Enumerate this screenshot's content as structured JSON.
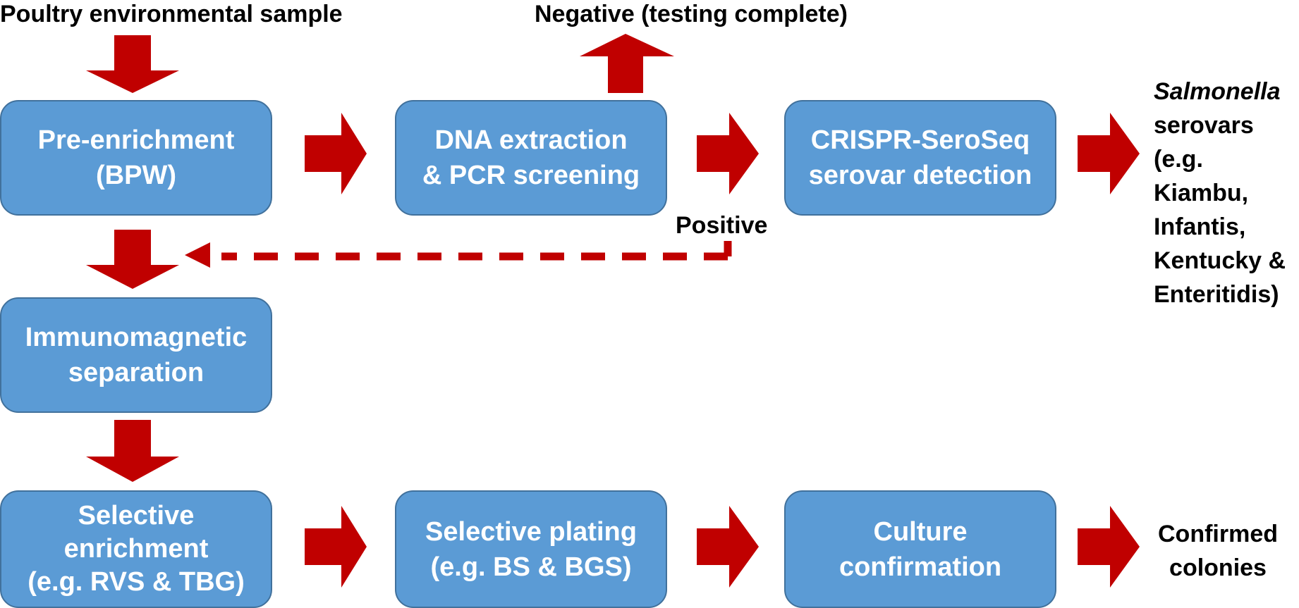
{
  "top_label": "Poultry environmental sample",
  "negative_label": "Negative (testing complete)",
  "positive_label": "Positive",
  "boxes": {
    "pre_enrichment": [
      "Pre-enrichment",
      "(BPW)"
    ],
    "dna_extraction": [
      "DNA extraction",
      "& PCR screening"
    ],
    "crispr": [
      "CRISPR-SeroSeq",
      "serovar detection"
    ],
    "immunomagnetic": [
      "Immunomagnetic",
      "separation"
    ],
    "selective_enrichment": [
      "Selective",
      "enrichment",
      "(e.g. RVS & TBG)"
    ],
    "selective_plating": [
      "Selective plating",
      "(e.g. BS & BGS)"
    ],
    "culture": [
      "Culture",
      "confirmation"
    ]
  },
  "serovars": {
    "italic": "Salmonella",
    "lines": [
      "serovars",
      "(e.g.",
      "Kiambu,",
      "Infantis,",
      "Kentucky &",
      "Enteritidis)"
    ]
  },
  "confirmed": [
    "Confirmed",
    "colonies"
  ],
  "colors": {
    "box_fill": "#5b9bd5",
    "box_border": "#41719c",
    "arrow": "#c00000"
  }
}
